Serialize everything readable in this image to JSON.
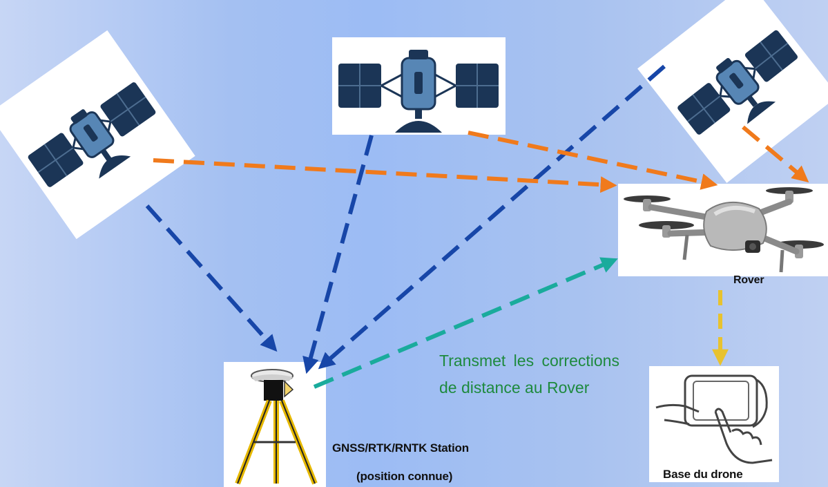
{
  "labels": {
    "rover": "Rover",
    "station_line1": "GNSS/RTK/RNTK Station",
    "station_line2": "(position connue)",
    "base": "Base du drone",
    "transmit_line1": "Transmet les corrections",
    "transmit_line2": "de distance au Rover"
  },
  "icons": {
    "satellite": "satellite-icon",
    "drone": "drone-icon",
    "station": "gnss-tripod-icon",
    "controller": "tablet-hand-icon"
  },
  "colors": {
    "signal_to_station": "#1746a8",
    "signal_to_rover": "#f07a1c",
    "correction_link": "#1aab9c",
    "drone_to_base": "#e8c22e",
    "transmit_text": "#1e8a3e"
  }
}
